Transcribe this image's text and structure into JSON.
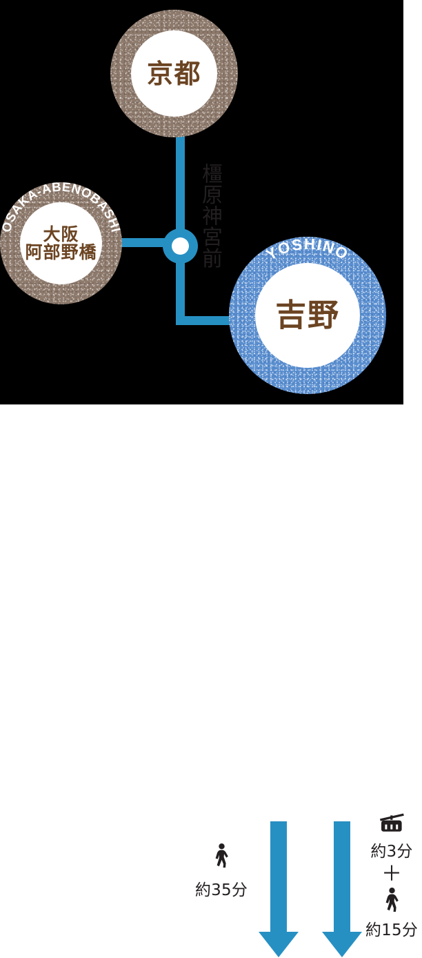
{
  "map": {
    "background_color": "#000000",
    "rail_color": "#2790c3",
    "stations": [
      {
        "id": "kyoto",
        "name_ja": "京都",
        "name_en": "",
        "ring_color": "#8e7a6c",
        "label_color": "#6b4422"
      },
      {
        "id": "osaka-abenobashi",
        "name_ja_line1": "大阪",
        "name_ja_line2": "阿部野橋",
        "name_en": "OSAKA-ABENOBASHI",
        "ring_color": "#8e7a6c",
        "label_color": "#6b4422"
      },
      {
        "id": "yoshino",
        "name_ja": "吉野",
        "name_en": "YOSHINO",
        "ring_color": "#5a8fd0",
        "label_color": "#6b4422"
      }
    ],
    "junction": {
      "name_ja": "橿原神宮前",
      "node_color": "#2790c3"
    }
  },
  "legend": {
    "arrow_color": "#2790c3",
    "routes": [
      {
        "id": "walk",
        "icon": "pedestrian-icon",
        "duration": "約35分"
      },
      {
        "id": "ropeway-walk",
        "steps": [
          {
            "icon": "ropeway-icon",
            "duration": "約3分"
          },
          {
            "icon": "pedestrian-icon",
            "duration": "約15分"
          }
        ],
        "connector": "＋"
      }
    ]
  }
}
